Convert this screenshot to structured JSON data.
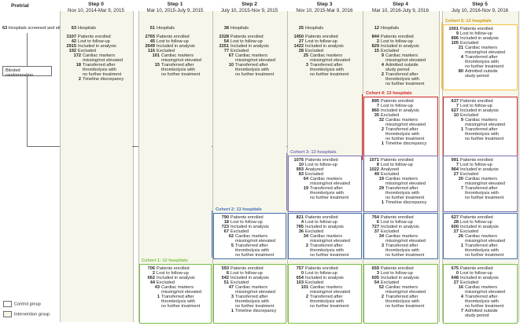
{
  "pretrial": {
    "title": "Pretrial",
    "screened_n": "63",
    "screened_label": "Hospitals screened and eligible",
    "randomization": "Blinded randomization"
  },
  "steps": [
    {
      "title": "Step 0",
      "dates": "Nov 10, 2014-Mar 9, 2015",
      "hosp_n": "63",
      "hosp": "Hospitals",
      "rows": [
        [
          "3107",
          "Patients enrolled"
        ],
        [
          "42",
          "Lost to follow-up"
        ],
        [
          "2915",
          "Included in analysis"
        ],
        [
          "192",
          "Excluded"
        ]
      ],
      "sub": [
        [
          "172",
          "Cardiac markers",
          "missing/not elevated"
        ],
        [
          "18",
          "Transferred after",
          "thrombolysis with",
          "no further treatment"
        ],
        [
          "2",
          "Timeline discrepancy"
        ]
      ]
    },
    {
      "title": "Step 1",
      "dates": "Mar 10, 2015-July 9, 2015",
      "hosp_n": "51",
      "hosp": "Hospitals",
      "rows": [
        [
          "2765",
          "Patients enrolled"
        ],
        [
          "45",
          "Lost to follow-up"
        ],
        [
          "2649",
          "Included in analysis"
        ],
        [
          "116",
          "Excluded"
        ]
      ],
      "sub": [
        [
          "101",
          "Cardiac markers",
          "missing/not elevated"
        ],
        [
          "15",
          "Transferred after",
          "thrombolysis with",
          "no further treatment"
        ]
      ]
    },
    {
      "title": "Step 2",
      "dates": "July 10, 2015-Nov 9, 2015",
      "hosp_n": "38",
      "hosp": "Hospitals",
      "rows": [
        [
          "2328",
          "Patients enrolled"
        ],
        [
          "54",
          "Lost to follow-up"
        ],
        [
          "2251",
          "Included in analysis"
        ],
        [
          "77",
          "Excluded"
        ]
      ],
      "sub": [
        [
          "67",
          "Cardiac markers",
          "missing/not elevated"
        ],
        [
          "10",
          "Transferred after",
          "thrombolysis with",
          "no further treatment"
        ]
      ]
    },
    {
      "title": "Step 3",
      "dates": "Nov 10, 2015-Mar 9, 2016",
      "hosp_n": "25",
      "hosp": "Hospitals",
      "rows": [
        [
          "1450",
          "Patients enrolled"
        ],
        [
          "27",
          "Lost to follow-up"
        ],
        [
          "1422",
          "Included in analysis"
        ],
        [
          "28",
          "Excluded"
        ]
      ],
      "sub": [
        [
          "25",
          "Cardiac markers",
          "missing/not elevated"
        ],
        [
          "3",
          "Transferred after",
          "thrombolysis with",
          "no further treatment"
        ]
      ]
    },
    {
      "title": "Step 4",
      "dates": "Mar 10, 2016-July 9, 2016",
      "hosp_n": "12",
      "hosp": "Hospitals",
      "rows": [
        [
          "844",
          "Patients enrolled"
        ],
        [
          "2",
          "Lost to follow-up"
        ],
        [
          "829",
          "Included in analysis"
        ],
        [
          "15",
          "Excluded"
        ]
      ],
      "sub": [
        [
          "9",
          "Cardiac markers",
          "missing/not elevated"
        ],
        [
          "4",
          "Admitted outside",
          "study period"
        ],
        [
          "2",
          "Transferred after",
          "thrombolysis with",
          "no further treatment"
        ]
      ]
    },
    {
      "title": "Step 5",
      "dates": "July 10, 2016-Nov 9, 2016",
      "hosp_n": "",
      "hosp": "",
      "rows": [],
      "sub": []
    }
  ],
  "cohorts": [
    {
      "label": "Cohort 5: 12 hospitals",
      "color": "#f5c243"
    },
    {
      "label": "Cohort 4: 13 hospitals",
      "color": "#d2232a"
    },
    {
      "label": "Cohort 3: 13 hospitals",
      "color": "#7b6fb5"
    },
    {
      "label": "Cohort 2: 13 hospitals",
      "color": "#3f70b5"
    },
    {
      "label": "Cohort 1: 12 hospitals",
      "color": "#7bbf44"
    }
  ],
  "boxes": [
    {
      "id": "c5s5",
      "rows": [
        [
          "1001",
          "Patients enrolled"
        ],
        [
          "9",
          "Lost to follow-up"
        ],
        [
          "896",
          "Included in analysis"
        ],
        [
          "105",
          "Excluded"
        ]
      ],
      "sub": [
        [
          "21",
          "Cardiac markers",
          "missing/not elevated"
        ],
        [
          "4",
          "Transferred after",
          "thrombolysis with",
          "no further treatment"
        ],
        [
          "80",
          "Admitted outside",
          "study period"
        ]
      ]
    },
    {
      "id": "c4s4",
      "rows": [
        [
          "895",
          "Patients enrolled"
        ],
        [
          "7",
          "Lost to follow-up"
        ],
        [
          "860",
          "Included in analysis"
        ],
        [
          "35",
          "Excluded"
        ]
      ],
      "sub": [
        [
          "32",
          "Cardiac markers",
          "missing/not elevated"
        ],
        [
          "2",
          "Transferred after",
          "thrombolysis with",
          "no further treatment"
        ],
        [
          "1",
          "Timeline discrepancy"
        ]
      ]
    },
    {
      "id": "c4s5",
      "rows": [
        [
          "637",
          "Patients enrolled"
        ],
        [
          "7",
          "Lost to follow-up"
        ],
        [
          "627",
          "Included in analysis"
        ],
        [
          "10",
          "Excluded"
        ]
      ],
      "sub": [
        [
          "9",
          "Cardiac markers",
          "missing/not elevated"
        ],
        [
          "1",
          "Transferred after",
          "thrombolysis with",
          "no further treatment"
        ]
      ]
    },
    {
      "id": "c3s3",
      "rows": [
        [
          "1076",
          "Patients enrolled"
        ],
        [
          "10",
          "Lost to follow-up"
        ],
        [
          "993",
          "Analyzed"
        ],
        [
          "83",
          "Excluded"
        ]
      ],
      "sub": [
        [
          "64",
          "Cardiac markers",
          "missing/not elevated"
        ],
        [
          "19",
          "Transferred after",
          "thrombolysis with",
          "no further treatment"
        ]
      ]
    },
    {
      "id": "c3s4",
      "rows": [
        [
          "1071",
          "Patients enrolled"
        ],
        [
          "8",
          "Lost to follow-up"
        ],
        [
          "1022",
          "Analyzed"
        ],
        [
          "49",
          "Excluded"
        ]
      ],
      "sub": [
        [
          "19",
          "Cardiac markers",
          "missing/not elevated"
        ],
        [
          "29",
          "Transferred after",
          "thrombolysis with",
          "no further treatment"
        ],
        [
          "1",
          "Timeline discrepancy"
        ]
      ]
    },
    {
      "id": "c3s5",
      "rows": [
        [
          "991",
          "Patients enrolled"
        ],
        [
          "7",
          "Lost to follow-up"
        ],
        [
          "964",
          "Included in analysis"
        ],
        [
          "27",
          "Excluded"
        ]
      ],
      "sub": [
        [
          "20",
          "Cardiac markers",
          "missing/not elevated"
        ],
        [
          "7",
          "Transferred after",
          "thrombolysis with",
          "no further treatment"
        ]
      ]
    },
    {
      "id": "c2s2",
      "rows": [
        [
          "790",
          "Patients enrolled"
        ],
        [
          "18",
          "Lost to follow-up"
        ],
        [
          "723",
          "Included in analysis"
        ],
        [
          "67",
          "Excluded"
        ]
      ],
      "sub": [
        [
          "62",
          "Cardiac markers",
          "missing/not elevated"
        ],
        [
          "5",
          "Transferred after",
          "thrombolysis with",
          "no further treatment"
        ]
      ]
    },
    {
      "id": "c2s3",
      "rows": [
        [
          "821",
          "Patients enrolled"
        ],
        [
          "4",
          "Lost to follow-up"
        ],
        [
          "785",
          "Included in analysis"
        ],
        [
          "36",
          "Excluded"
        ]
      ],
      "sub": [
        [
          "34",
          "Cardiac markers",
          "missing/not elevated"
        ],
        [
          "2",
          "Transferred after",
          "thrombolysis with",
          "no further treatment"
        ]
      ]
    },
    {
      "id": "c2s4",
      "rows": [
        [
          "764",
          "Patients enrolled"
        ],
        [
          "6",
          "Lost to follow-up"
        ],
        [
          "727",
          "Included in analysis"
        ],
        [
          "37",
          "Excluded"
        ]
      ],
      "sub": [
        [
          "34",
          "Cardiac markers",
          "missing/not elevated"
        ],
        [
          "3",
          "Transferred after",
          "thrombolysis with",
          "no further treatment"
        ]
      ]
    },
    {
      "id": "c2s5",
      "rows": [
        [
          "627",
          "Patients enrolled"
        ],
        [
          "28",
          "Lost to follow-up"
        ],
        [
          "600",
          "Included in analysis"
        ],
        [
          "27",
          "Excluded"
        ]
      ],
      "sub": [
        [
          "26",
          "Cardiac markers",
          "missing/not elevated"
        ],
        [
          "1",
          "Transferred after",
          "thrombolysis with",
          "no further treatment"
        ]
      ]
    },
    {
      "id": "c1s1",
      "rows": [
        [
          "706",
          "Patients enrolled"
        ],
        [
          "2",
          "Lost to follow-up"
        ],
        [
          "662",
          "Included in analysis"
        ],
        [
          "44",
          "Excluded"
        ]
      ],
      "sub": [
        [
          "43",
          "Cardiac markers",
          "missing/not elevated"
        ],
        [
          "1",
          "Transferred after",
          "thrombolysis with",
          "no further treatment"
        ]
      ]
    },
    {
      "id": "c1s2",
      "rows": [
        [
          "593",
          "Patients enrolled"
        ],
        [
          "6",
          "Lost to follow-up"
        ],
        [
          "542",
          "Included in analysis"
        ],
        [
          "51",
          "Excluded"
        ]
      ],
      "sub": [
        [
          "47",
          "Cardiac markers",
          "missing/not elevated"
        ],
        [
          "3",
          "Transferred after",
          "thrombolysis with",
          "no further treatment"
        ],
        [
          "1",
          "Timeline discrepancy"
        ]
      ]
    },
    {
      "id": "c1s3",
      "rows": [
        [
          "757",
          "Patients enrolled"
        ],
        [
          "0",
          "Lost to follow-up"
        ],
        [
          "654",
          "Included in analysis"
        ],
        [
          "103",
          "Excluded"
        ]
      ],
      "sub": [
        [
          "101",
          "Cardiac markers",
          "missing/not elevated"
        ],
        [
          "2",
          "Transferred after",
          "thrombolysis with",
          "no further treatment"
        ]
      ]
    },
    {
      "id": "c1s4",
      "rows": [
        [
          "659",
          "Patients enrolled"
        ],
        [
          "3",
          "Lost to follow-up"
        ],
        [
          "605",
          "Included in analysis"
        ],
        [
          "54",
          "Excluded"
        ]
      ],
      "sub": [
        [
          "52",
          "Cardiac markers",
          "missing/not elevated"
        ],
        [
          "2",
          "Transferred after",
          "thrombolysis with",
          "no further treatment"
        ]
      ]
    },
    {
      "id": "c1s5",
      "rows": [
        [
          "675",
          "Patients enrolled"
        ],
        [
          "0",
          "Lost to follow-up"
        ],
        [
          "648",
          "Included in analysis"
        ],
        [
          "27",
          "Excluded"
        ]
      ],
      "sub": [
        [
          "16",
          "Cardiac markers",
          "missing/not elevated"
        ],
        [
          "4",
          "Transferred after",
          "thrombolysis with",
          "no further treatment"
        ],
        [
          "7",
          "Admitted outside",
          "study period"
        ]
      ]
    }
  ],
  "legend": {
    "control": "Control group",
    "intervention": "Intervention group"
  },
  "colors": {
    "column_bg": "#f6f6ea",
    "arrow": "#6d6e71",
    "green": "#7bbf44",
    "blue": "#3f70b5",
    "purple": "#7b6fb5",
    "red": "#d2232a",
    "yellow": "#f5c243"
  }
}
